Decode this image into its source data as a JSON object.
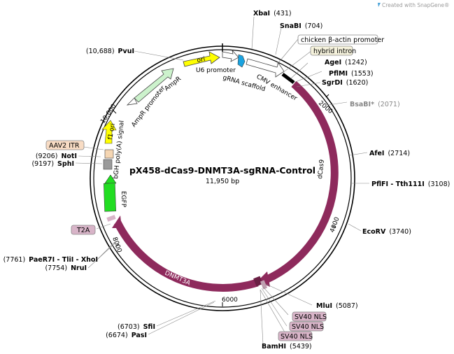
{
  "watermark": "Created with SnapGene®",
  "plasmid": {
    "name": "pX458-dCas9-DNMT3A-sgRNA-Control",
    "size_label": "11,950 bp"
  },
  "ticks": [
    "2000",
    "4000",
    "6000",
    "8000",
    "10,000"
  ],
  "sites": [
    {
      "name": "XbaI",
      "pos": "(431)"
    },
    {
      "name": "SnaBI",
      "pos": "(704)"
    },
    {
      "name": "AgeI",
      "pos": "(1242)"
    },
    {
      "name": "PflMI",
      "pos": "(1553)"
    },
    {
      "name": "SgrDI",
      "pos": "(1620)"
    },
    {
      "name": "BsaBI*",
      "pos": "(2071)"
    },
    {
      "name": "AfeI",
      "pos": "(2714)"
    },
    {
      "name": "PflFI - Tth111I",
      "pos": "(3108)"
    },
    {
      "name": "EcoRV",
      "pos": "(3740)"
    },
    {
      "name": "MluI",
      "pos": "(5087)"
    },
    {
      "name": "BamHI",
      "pos": "(5439)"
    },
    {
      "name": "SfiI",
      "pos": "(6703)"
    },
    {
      "name": "PasI",
      "pos": "(6674)"
    },
    {
      "name": "PaeR7I - TliI - XhoI",
      "pos": "(7761)"
    },
    {
      "name": "NruI",
      "pos": "(7754)"
    },
    {
      "name": "NotI",
      "pos": "(9206)"
    },
    {
      "name": "SphI",
      "pos": "(9197)"
    },
    {
      "name": "PvuI",
      "pos": "(10,688)"
    }
  ],
  "boxed_features": [
    "chicken β-actin promoter",
    "hybrid intron",
    "SV40 NLS",
    "SV40 NLS",
    "SV40 NLS",
    "T2A",
    "AAV2 ITR"
  ],
  "features": [
    "ori",
    "U6 promoter",
    "gRNA scaffold",
    "CMV enhancer",
    "dCas9",
    "DNMT3A",
    "EGFP",
    "bGH poly(A) signal",
    "f1 ori",
    "AmpR promoter",
    "AmpR"
  ],
  "colors": {
    "dCas9": "#8e2a5c",
    "ori": "#ffff00",
    "EGFP": "#22dd22",
    "AmpR": "#ccf2cc",
    "gRNA": "#1aa3e0",
    "polyA": "#f5d6b3",
    "grey": "#9a9a9a",
    "t2a_box": "#d8b4c8",
    "itr_box": "#f8dcc4",
    "hybrid_box": "#f5f2dc"
  }
}
